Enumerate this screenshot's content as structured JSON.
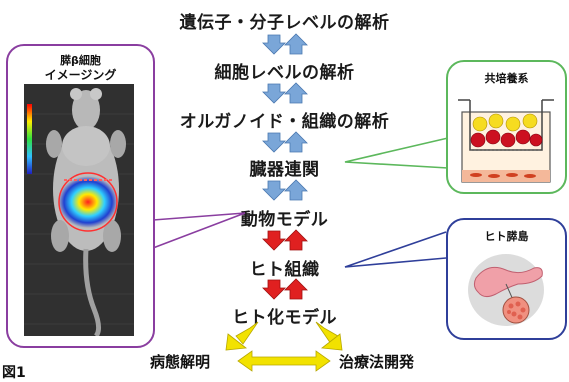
{
  "levels": [
    "遺伝子・分子レベルの解析",
    "細胞レベルの解析",
    "オルガノイド・組織の解析",
    "臓器連関",
    "動物モデル",
    "ヒト組織",
    "ヒト化モデル"
  ],
  "outcomes": {
    "left": "病態解明",
    "right": "治療法開発"
  },
  "panels": {
    "imaging": {
      "title_line1": "膵β細胞",
      "title_line2": "イメージング",
      "color": "#8a3ea0"
    },
    "coculture": {
      "title": "共培養系",
      "color": "#5cb85c"
    },
    "islet": {
      "title": "ヒト膵島",
      "color": "#2f3f9a"
    }
  },
  "figure_label": "図1",
  "colors": {
    "blue_arrow": "#7aa6d8",
    "red_arrow": "#e02020",
    "yellow_arrow": "#f2e200"
  }
}
